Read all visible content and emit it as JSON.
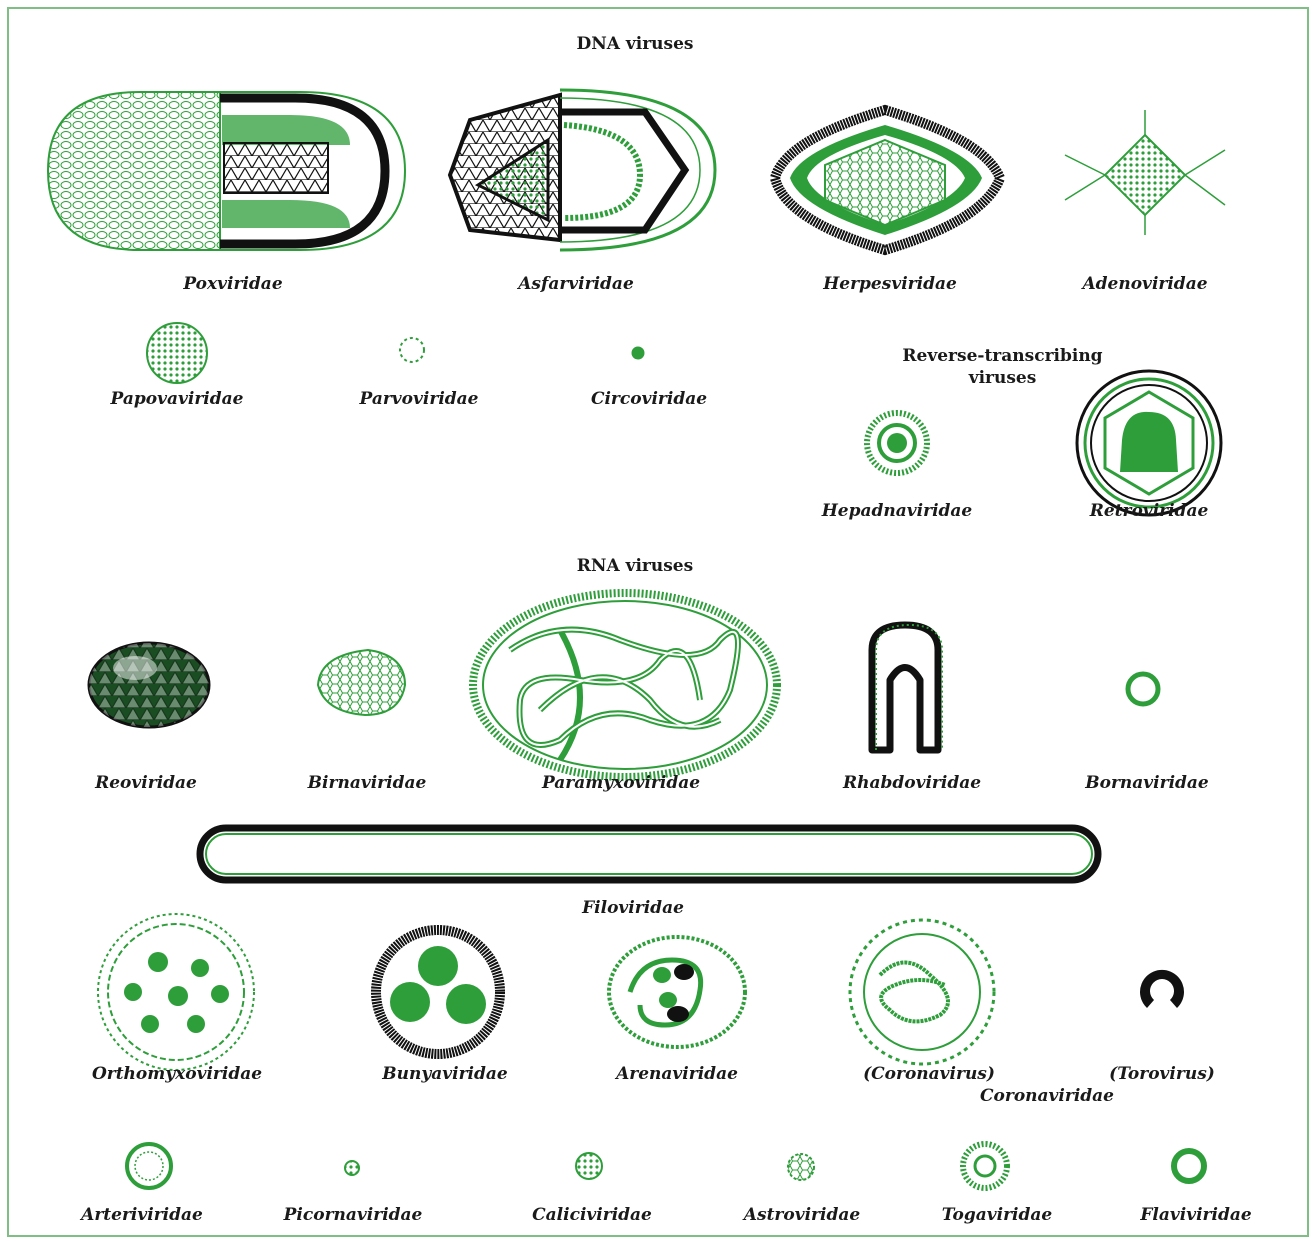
{
  "headings": {
    "dna": "DNA viruses",
    "rt_line1": "Reverse-transcribing",
    "rt_line2": "viruses",
    "rna": "RNA viruses"
  },
  "families": {
    "poxviridae": "Poxviridae",
    "asfarviridae": "Asfarviridae",
    "herpesviridae": "Herpesviridae",
    "adenoviridae": "Adenoviridae",
    "papovaviridae": "Papovaviridae",
    "parvoviridae": "Parvoviridae",
    "circoviridae": "Circoviridae",
    "hepadnaviridae": "Hepadnaviridae",
    "retroviridae": "Retroviridae",
    "reoviridae": "Reoviridae",
    "birnaviridae": "Birnaviridae",
    "paramyxoviridae": "Paramyxoviridae",
    "rhabdoviridae": "Rhabdoviridae",
    "bornaviridae": "Bornaviridae",
    "filoviridae": "Filoviridae",
    "orthomyxoviridae": "Orthomyxoviridae",
    "bunyaviridae": "Bunyaviridae",
    "arenaviridae": "Arenaviridae",
    "coronavirus": "(Coronavirus)",
    "torovirus": "(Torovirus)",
    "coronaviridae": "Coronaviridae",
    "arteriviridae": "Arteriviridae",
    "picornaviridae": "Picornaviridae",
    "caliciviridae": "Caliciviridae",
    "astroviridae": "Astroviridae",
    "togaviridae": "Togaviridae",
    "flaviviridae": "Flaviviridae"
  },
  "colors": {
    "green": "#2e9e3a",
    "dark": "#111111",
    "border": "#7fbf86"
  }
}
